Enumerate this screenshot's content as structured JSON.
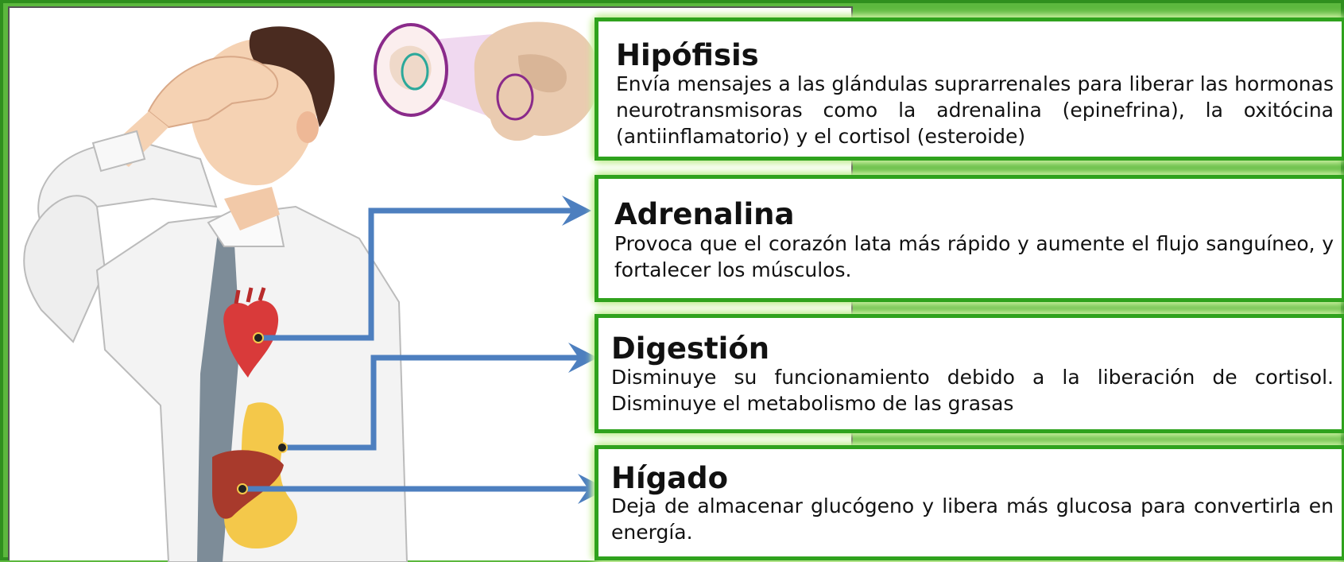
{
  "cards": [
    {
      "title": "Hipófisis",
      "text": "Envía mensajes a las glándulas suprarrenales para liberar las hormonas neurotransmisoras como la adrenalina (epinefrina), la oxitócina (antiinflamatorio) y el cortisol (esteroide)"
    },
    {
      "title": "Adrenalina",
      "text": "Provoca que el corazón lata más rápido y aumente el flujo sanguíneo, y fortalecer los músculos."
    },
    {
      "title": "Digestión",
      "text": "Disminuye su funcionamiento debido a la liberación de cortisol. Disminuye el metabolismo de las grasas"
    },
    {
      "title": "Hígado",
      "text": "Deja de almacenar glucógeno y libera más glucosa para convertirla en energía."
    }
  ],
  "colors": {
    "background": "#5cb83e",
    "card_border": "#2fa21d",
    "arrow": "#4d7fbf",
    "heart": "#d93a3a",
    "liver": "#a83a2c",
    "stomach": "#f4c84a",
    "brain_highlight": "#8a2a8a"
  },
  "icons": [
    "man-illustration",
    "heart-icon",
    "liver-icon",
    "stomach-icon",
    "brain-icon",
    "pituitary-inset-icon"
  ]
}
